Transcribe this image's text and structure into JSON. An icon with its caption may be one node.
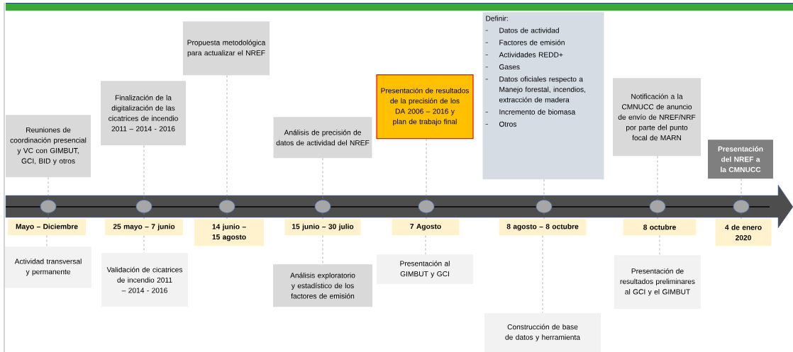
{
  "diagram": {
    "nodes": [
      {
        "text": [],
        "shape": "arrow"
      },
      {
        "text": [
          "Reuniones de coordinación presencial y VC con GIMBUT, GCI, BID y otros"
        ]
      },
      {
        "text": [],
        "shape": "circle",
        "in": 0
      },
      {
        "text": [
          "Mayo – Diciembre"
        ]
      },
      {
        "text": [
          "Actividad transversal y permanente"
        ]
      },
      {
        "text": [
          "Finalización de la digitalización de las cicatrices de incendio 2011 – 2014 - 2016"
        ]
      },
      {
        "text": [],
        "shape": "circle",
        "in": 0
      },
      {
        "text": [
          "25 mayo – 7 junio"
        ]
      },
      {
        "text": [
          "Validación de cicatrices de incendio 2011 – 2014 - 2016"
        ]
      },
      {
        "text": [
          "Propuesta metodológica para actualizar el NREF"
        ]
      },
      {
        "text": [],
        "shape": "circle",
        "in": 0
      },
      {
        "text": [
          "14 junio – 15 agosto"
        ]
      },
      {
        "text": [
          "Análisis de precisión de datos de actividad del NREF"
        ]
      },
      {
        "text": [],
        "shape": "circle",
        "in": 0
      },
      {
        "text": [
          "15 junio – 30 julio"
        ]
      },
      {
        "text": [
          "Análisis exploratorio y estadístico de los factores de emisión"
        ]
      },
      {
        "text": [
          "Presentación de resultados de la precisión de los DA 2006 – 2016 y plan de trabajo final"
        ]
      },
      {
        "text": [],
        "shape": "circle",
        "in": 0
      },
      {
        "text": [
          "7 Agosto"
        ]
      },
      {
        "text": [
          "Presentación al GIMBUT y GCI"
        ]
      },
      {
        "text": [
          "Definir:",
          "Datos de actividad",
          "Factores de emisión",
          "Actividades REDD+",
          "Gases",
          "Datos oficiales respecto a Manejo forestal, incendios, extracción de madera",
          "Incremento de biomasa",
          "Otros"
        ]
      },
      {
        "text": [],
        "shape": "circle",
        "in": 0
      },
      {
        "text": [
          "8 agosto – 8 octubre"
        ]
      },
      {
        "text": [
          "Construcción de base de datos y herramienta"
        ]
      },
      {
        "text": [
          "Notificación a la CMNUCC de anuncio de envío de NREF/NRF por parte del punto focal de MARN"
        ]
      },
      {
        "text": [],
        "shape": "circle",
        "in": 0
      },
      {
        "text": [
          "8 octubre"
        ]
      },
      {
        "text": [
          "Presentación de resultados preliminares al GCI y el GIMBUT"
        ]
      },
      {
        "text": [
          "Presentación del NREF a la CMNUCC"
        ]
      },
      {
        "text": [],
        "shape": "circle",
        "in": 0
      },
      {
        "text": [
          "4 de enero 2020"
        ]
      }
    ],
    "edges": [
      {
        "from": 1,
        "to": 2,
        "arrow": "none",
        "style": "dashed"
      },
      {
        "from": 2,
        "to": 3,
        "arrow": "none",
        "style": "dashed"
      },
      {
        "from": 3,
        "to": 4,
        "arrow": "none",
        "style": "dashed"
      },
      {
        "from": 5,
        "to": 6,
        "arrow": "none",
        "style": "dashed"
      },
      {
        "from": 6,
        "to": 7,
        "arrow": "none",
        "style": "dashed"
      },
      {
        "from": 7,
        "to": 8,
        "arrow": "none",
        "style": "dashed"
      },
      {
        "from": 9,
        "to": 10,
        "arrow": "none",
        "style": "dashed"
      },
      {
        "from": 10,
        "to": 11,
        "arrow": "none",
        "style": "dashed"
      },
      {
        "from": 12,
        "to": 13,
        "arrow": "none",
        "style": "dashed"
      },
      {
        "from": 13,
        "to": 14,
        "arrow": "none",
        "style": "dashed"
      },
      {
        "from": 14,
        "to": 15,
        "arrow": "none",
        "style": "dashed"
      },
      {
        "from": 16,
        "to": 17,
        "arrow": "none",
        "style": "dashed"
      },
      {
        "from": 17,
        "to": 18,
        "arrow": "none",
        "style": "dashed"
      },
      {
        "from": 18,
        "to": 19,
        "arrow": "none",
        "style": "dashed"
      },
      {
        "from": 20,
        "to": 21,
        "arrow": "none",
        "style": "dashed"
      },
      {
        "from": 21,
        "to": 22,
        "arrow": "none",
        "style": "dashed"
      },
      {
        "from": 22,
        "to": 23,
        "arrow": "none",
        "style": "dashed"
      },
      {
        "from": 24,
        "to": 25,
        "arrow": "none",
        "style": "dashed"
      },
      {
        "from": 25,
        "to": 26,
        "arrow": "none",
        "style": "dashed"
      },
      {
        "from": 26,
        "to": 27,
        "arrow": "none",
        "style": "dashed"
      },
      {
        "from": 28,
        "to": 29,
        "arrow": "none",
        "style": "dashed"
      },
      {
        "from": 29,
        "to": 30,
        "arrow": "none",
        "style": "dashed"
      }
    ]
  }
}
